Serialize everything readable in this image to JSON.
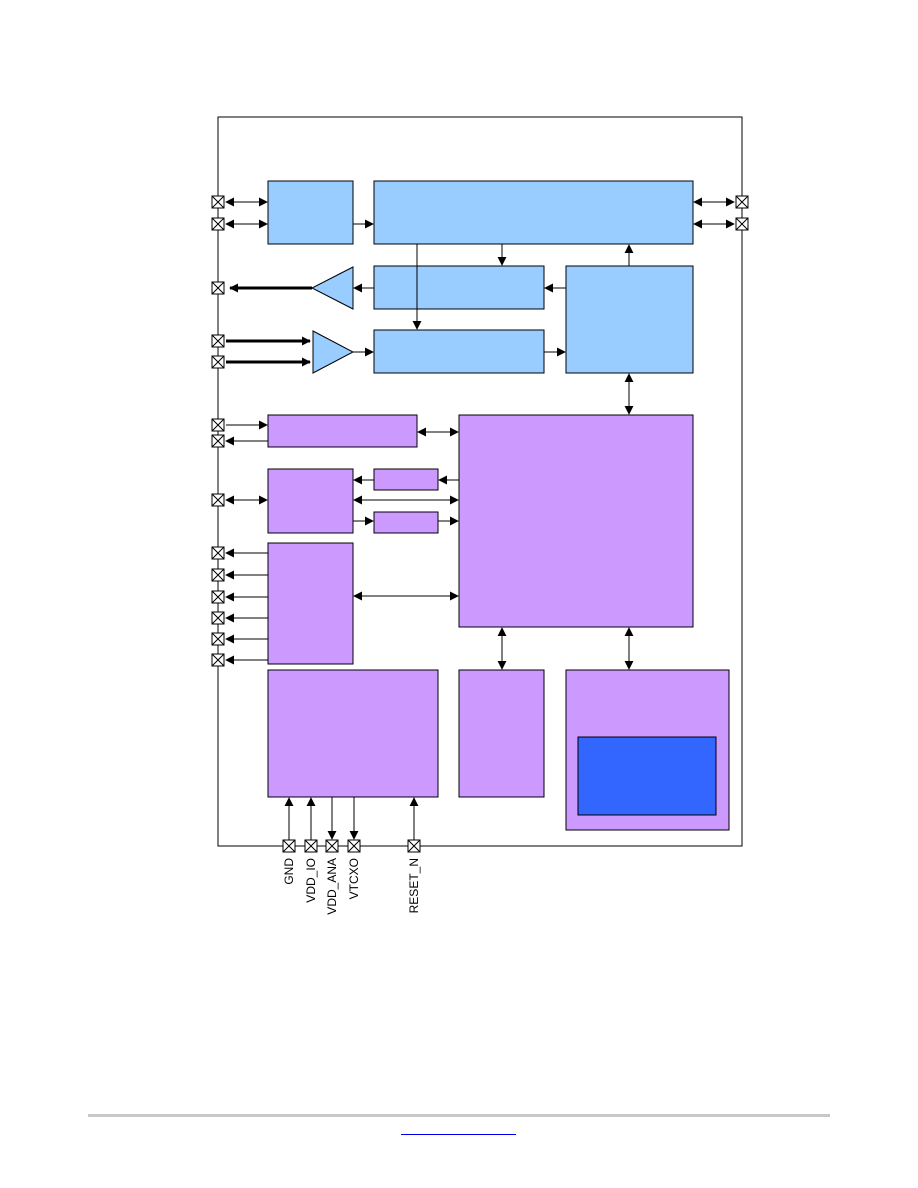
{
  "colors": {
    "rf_block": "#99ccff",
    "digital_block": "#cc99ff",
    "memory_block": "#3366ff",
    "line": "#000000",
    "page": "#ffffff",
    "footer_rule": "#c8c8c8",
    "footer_link": "#0000ee"
  },
  "pins": {
    "gnd": "GND",
    "vdd_io": "VDD_IO",
    "vdd_ana": "VDD_ANA",
    "vtcxo": "VTCXO",
    "reset_n": "RESET_N"
  }
}
